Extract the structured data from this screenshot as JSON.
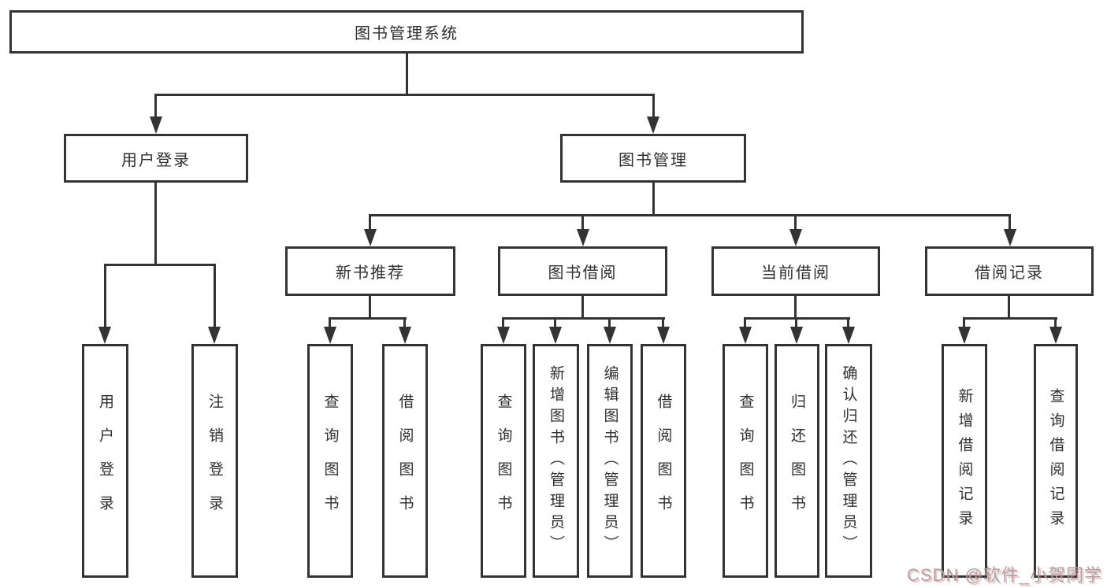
{
  "page": {
    "background": "#ffffff",
    "line_color": "#333333",
    "watermark": "CSDN @软件_小贺同学"
  },
  "tree": {
    "label": "图书管理系统",
    "children": [
      {
        "label": "用户登录",
        "children": [
          {
            "label": "用户登录"
          },
          {
            "label": "注销登录"
          }
        ]
      },
      {
        "label": "图书管理",
        "children": [
          {
            "label": "新书推荐",
            "children": [
              {
                "label": "查询图书"
              },
              {
                "label": "借阅图书"
              }
            ]
          },
          {
            "label": "图书借阅",
            "children": [
              {
                "label": "查询图书"
              },
              {
                "label": "新增图书（管理员）"
              },
              {
                "label": "编辑图书（管理员）"
              },
              {
                "label": "借阅图书"
              }
            ]
          },
          {
            "label": "当前借阅",
            "children": [
              {
                "label": "查询图书"
              },
              {
                "label": "归还图书"
              },
              {
                "label": "确认归还（管理员）"
              }
            ]
          },
          {
            "label": "借阅记录",
            "children": [
              {
                "label": "新增借阅记录"
              },
              {
                "label": "查询借阅记录"
              }
            ]
          }
        ]
      }
    ]
  }
}
